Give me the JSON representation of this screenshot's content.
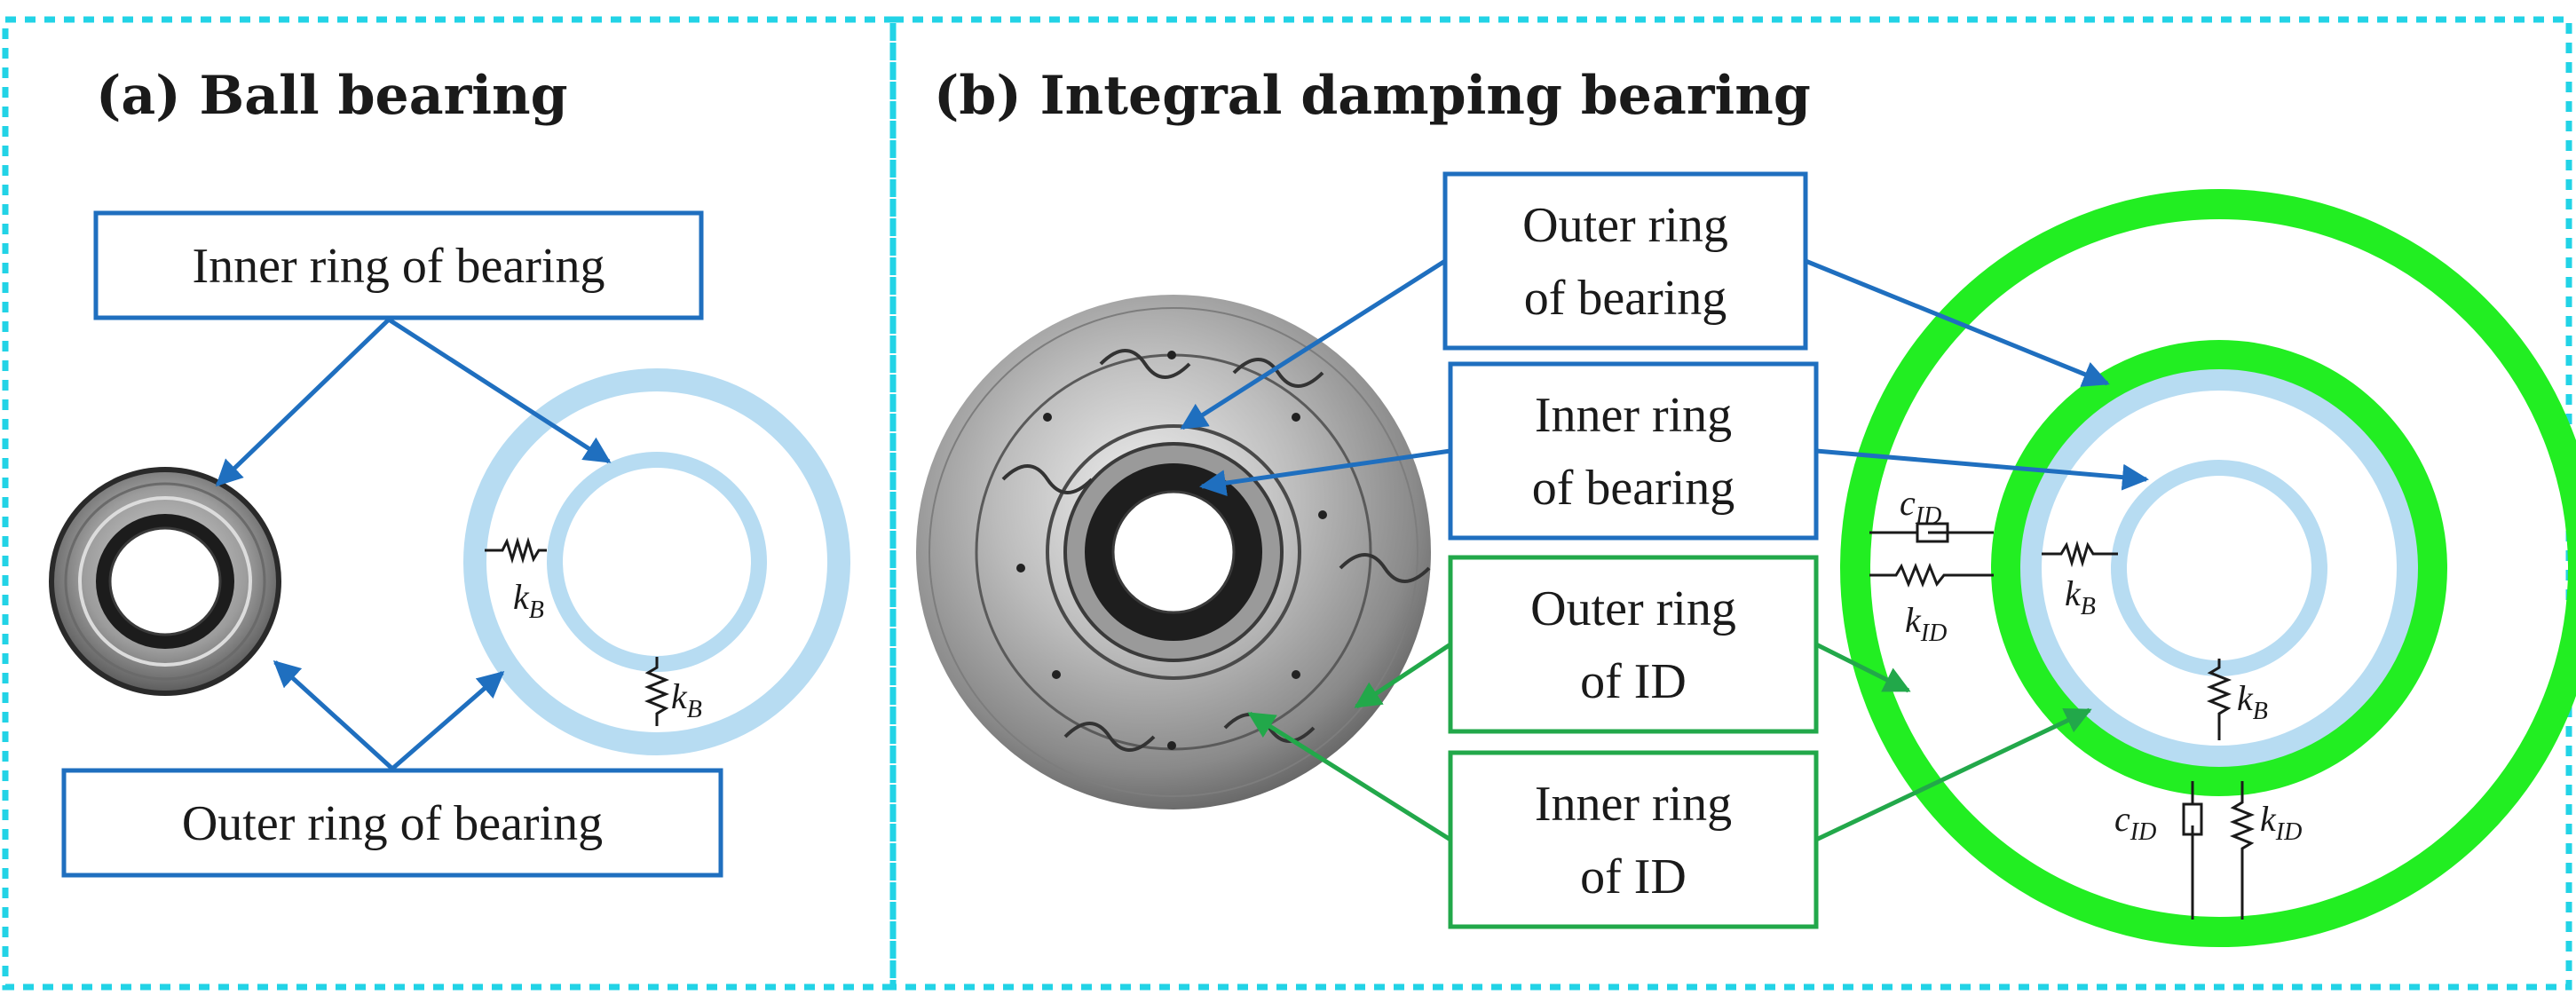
{
  "panel_a": {
    "title": "(a) Ball bearing",
    "inner_label": "Inner ring of bearing",
    "outer_label": "Outer  ring of bearing",
    "spring_symbol": "k",
    "spring_subscript": "B"
  },
  "panel_b": {
    "title": "(b) Integral damping bearing",
    "box1": [
      "Outer  ring",
      "of bearing"
    ],
    "box2": [
      "Inner  ring",
      "of bearing"
    ],
    "box3": [
      "Outer  ring",
      "of  ID"
    ],
    "box4": [
      "Inner  ring",
      "of  ID"
    ],
    "damper_symbol": "c",
    "id_subscript": "ID",
    "spring_symbol": "k",
    "bearing_subscript": "B"
  },
  "colors": {
    "frame": "#22d3e6",
    "blue_box": "#1f6fbf",
    "green_box": "#22a84a",
    "light_blue_ring": "#b7dcf2",
    "green_ring": "#22ee22"
  }
}
